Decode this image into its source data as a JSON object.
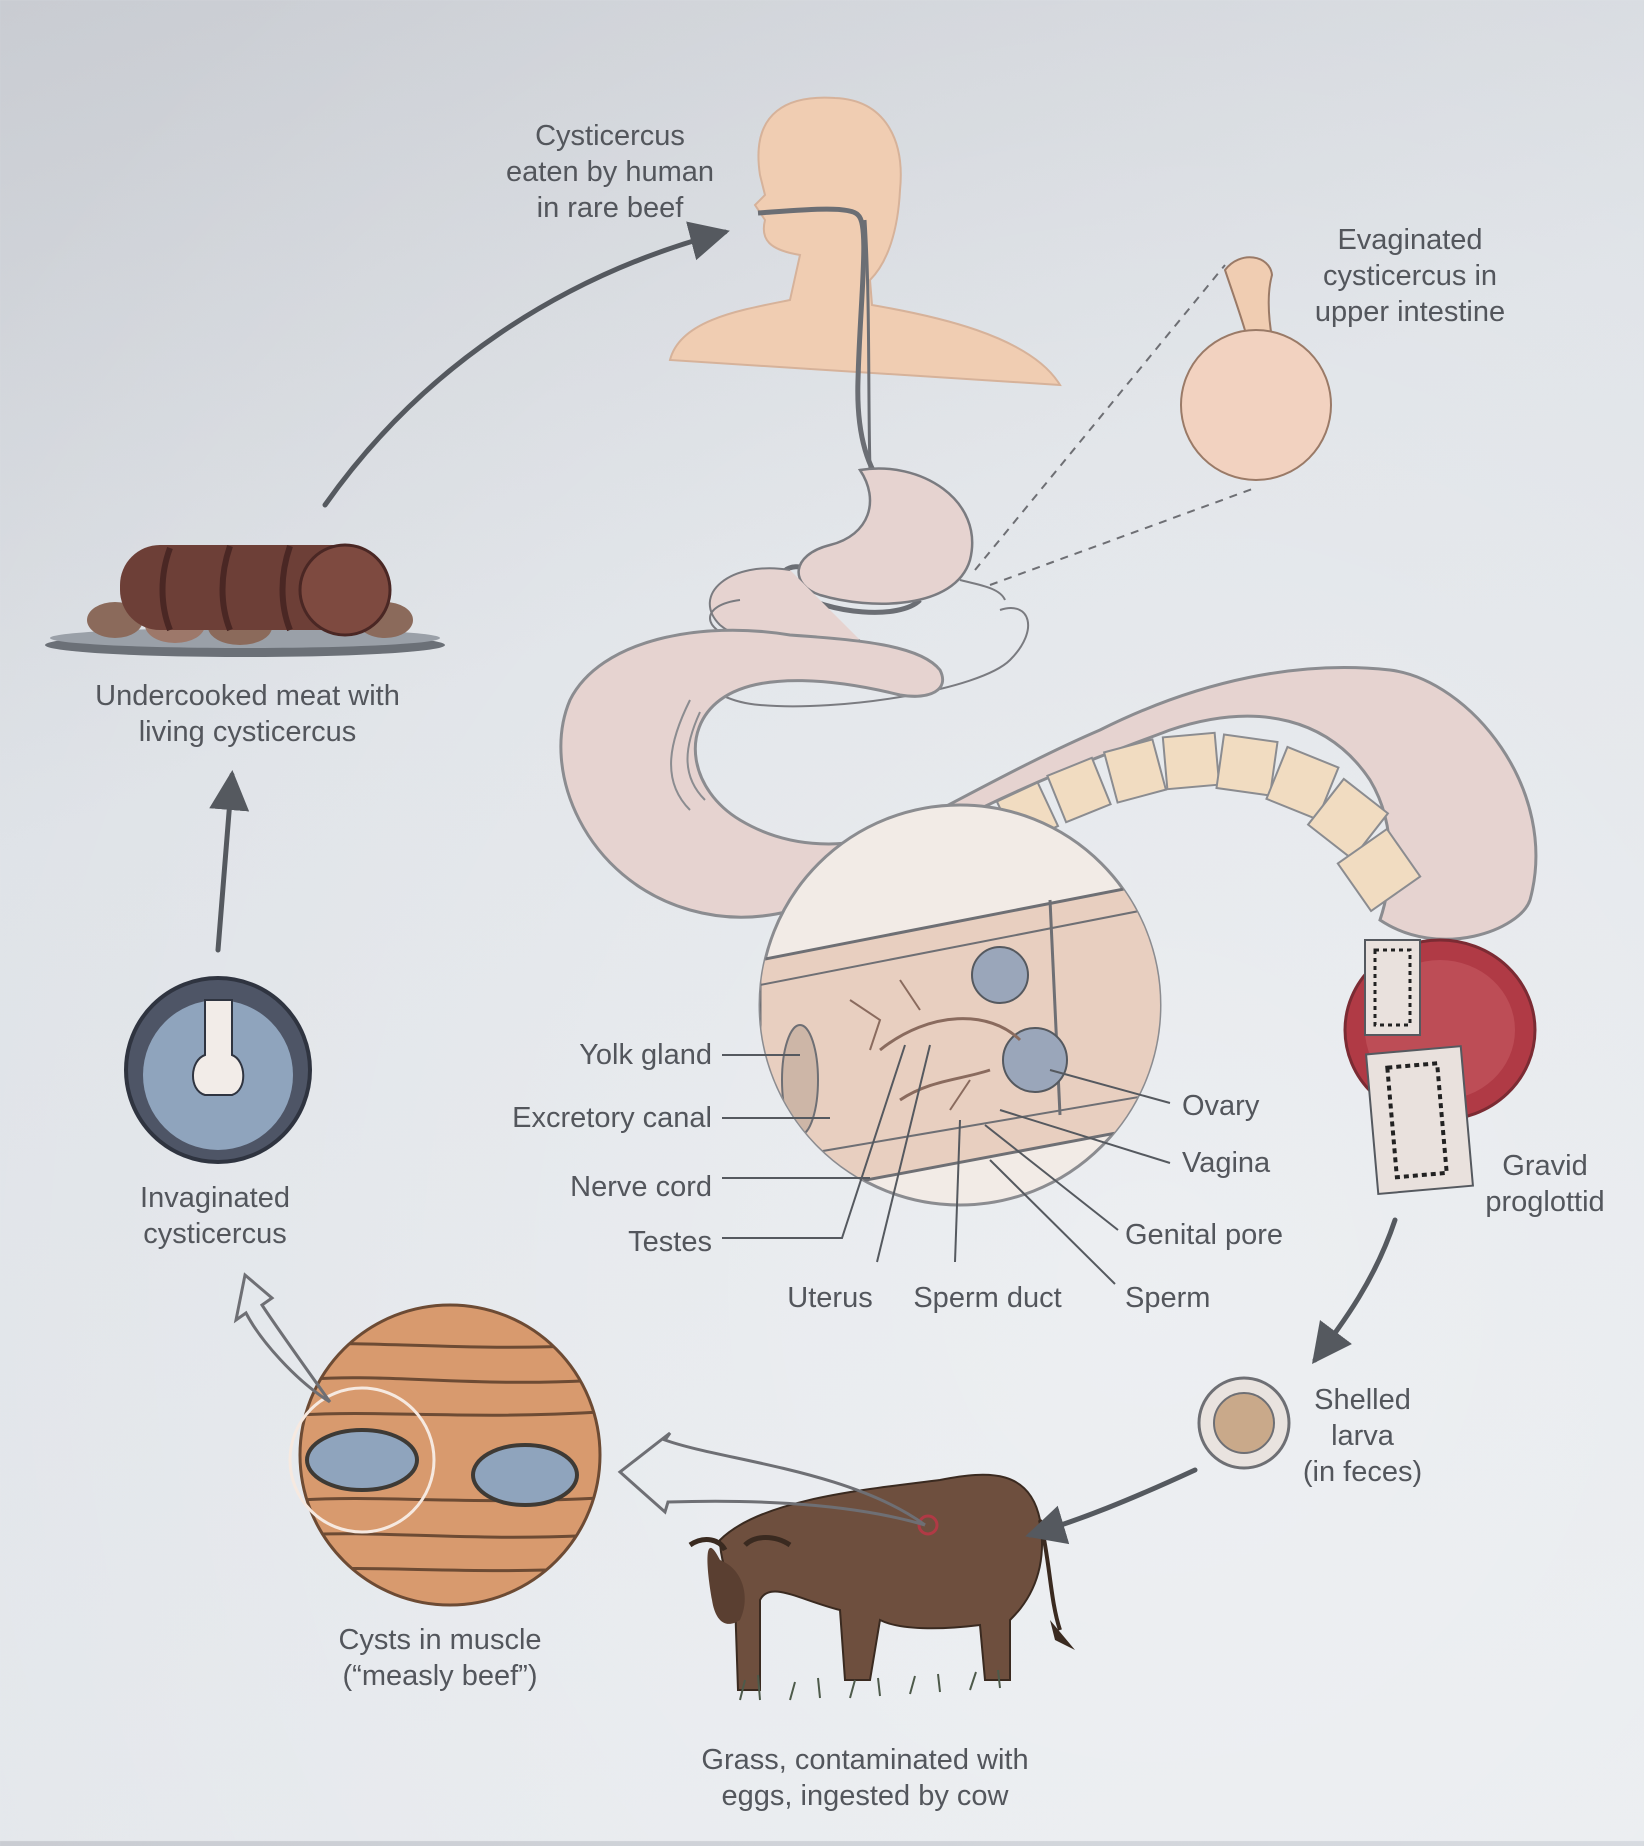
{
  "labels": {
    "cysticercus_eaten": "Cysticercus\neaten by human\nin rare beef",
    "evaginated": "Evaginated\ncysticercus in\nupper intestine",
    "undercooked_meat": "Undercooked meat with\nliving cysticercus",
    "invaginated": "Invaginated\ncysticercus",
    "yolk_gland": "Yolk gland",
    "excretory_canal": "Excretory canal",
    "nerve_cord": "Nerve cord",
    "testes": "Testes",
    "uterus": "Uterus",
    "sperm_duct": "Sperm duct",
    "ovary": "Ovary",
    "vagina": "Vagina",
    "genital_pore": "Genital pore",
    "sperm": "Sperm",
    "gravid_proglottid": "Gravid\nproglottid",
    "shelled_larva": "Shelled\nlarva\n(in feces)",
    "cysts_in_muscle": "Cysts in muscle\n(“measly beef”)",
    "grass": "Grass, contaminated with\neggs, ingested by cow"
  },
  "colors": {
    "skin": "#f0cdb2",
    "tapeworm": "#e6d3d0",
    "muscle": "#d89a6e",
    "cyst": "#8fa4bd",
    "gravid_red": "#b03a45",
    "arrow": "#55595f"
  }
}
